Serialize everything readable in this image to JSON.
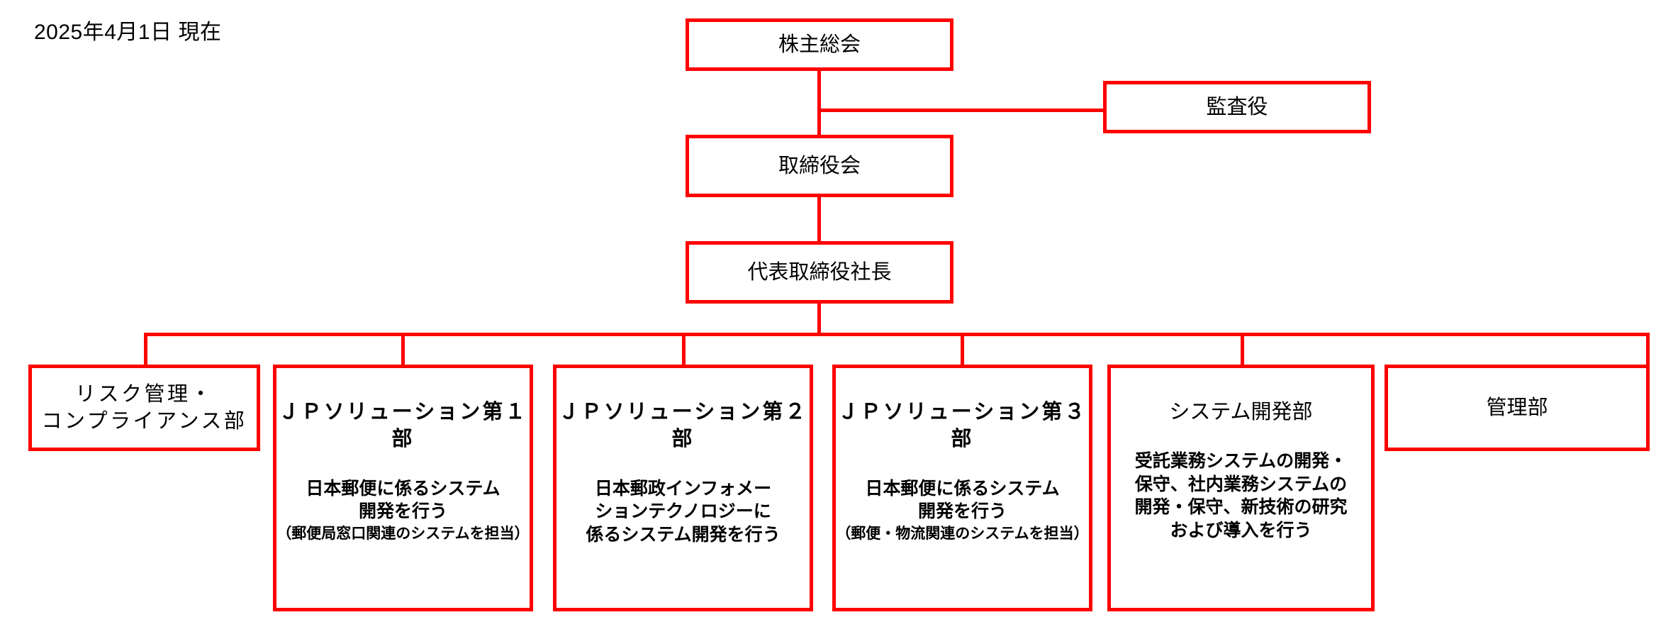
{
  "meta": {
    "as_of_label": "2025年4月1日 現在",
    "accent_color": "#ff0000",
    "text_color": "#000000",
    "background_color": "#ffffff"
  },
  "nodes": {
    "shareholders_meeting": {
      "title": "株主総会"
    },
    "auditor": {
      "title": "監査役"
    },
    "board_of_directors": {
      "title": "取締役会"
    },
    "president": {
      "title": "代表取締役社長"
    },
    "risk_compliance": {
      "title": "リスク管理・\nコンプライアンス部"
    },
    "jp_solution_1": {
      "title": "ＪＰソリューション第１部",
      "desc": "日本郵便に係るシステム\n開発を行う",
      "note": "（郵便局窓口関連のシステムを担当）"
    },
    "jp_solution_2": {
      "title": "ＪＰソリューション第２部",
      "desc": "日本郵政インフォメー\nションテクノロジーに\n係るシステム開発を行う",
      "note": ""
    },
    "jp_solution_3": {
      "title": "ＪＰソリューション第３部",
      "desc": "日本郵便に係るシステム\n開発を行う",
      "note": "（郵便・物流関連のシステムを担当）"
    },
    "system_development": {
      "title": "システム開発部",
      "desc": "受託業務システムの開発・\n保守、社内業務システムの\n開発・保守、新技術の研究\nおよび導入を行う",
      "note": ""
    },
    "administration": {
      "title": "管理部"
    }
  }
}
